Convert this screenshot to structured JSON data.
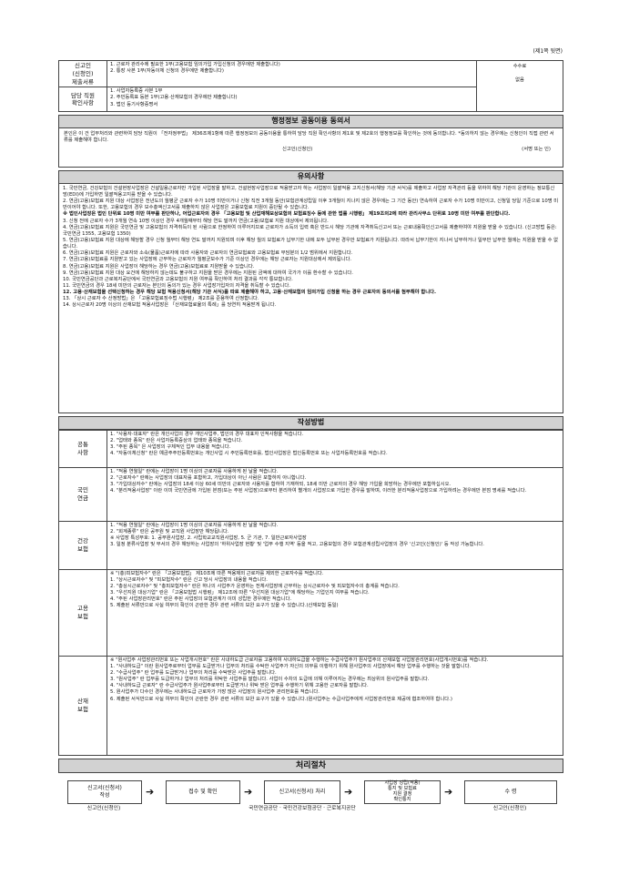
{
  "page_number": "(제1쪽 뒷면)",
  "attach": {
    "applicant_label": "신고인\n(신청인)\n제출서류",
    "applicant_items": [
      "1. 근로자 관리수에 필요한 1부(고용보험 임의가입 가입신청의 경우에만 제출합니다)",
      "2. 통장 사본 1부(자동이체 신청의 경우에만 제출합니다)"
    ],
    "officer_label": "담당 직원\n확인사항",
    "officer_items": [
      "1. 사업자등록증 사본 1부",
      "2. 주민등록표 등본 1부(고용·산재보험의 경우에만 제출합니다)",
      "3. 법인 등기사항증명서"
    ],
    "fee_label": "수수료",
    "fee_value": "없음"
  },
  "consent": {
    "title": "행정정보 공동이용 동의서",
    "text": "본인은 이 건 업무처리와 관련하여 담당 직원이 「전자정부법」 제36조제1항에 따른 행정정보의 공동이용을 통하여 담당 직원 확인사항의 제1호 및 제2호의 행정정보를 확인하는 것에 동의합니다. *동의하지 않는 경우에는 신청인이 직접 관련 서류를 제출해야 합니다.",
    "sign_label": "신고인(신청인)",
    "sign_note": "(서명 또는 인)"
  },
  "notes": {
    "title": "유의사항",
    "items": [
      "1. 국민연금, 건강보험의 건설현장사업장은 건설일용근로자만 가입된 사업장을 말하고, 건설현장사업장으로 적용받고자 하는 사업장이 일괄적용 고지신청서(해당 기관 서식)를 제출하고 사업장 자격관리 등을 위하여 해당 기관이 운영하는 정보통신망(EDI)에 가입하면 일괄적용고지를 받을 수 있습니다.",
      "2. 연금(고용)보험료 지원 대상 사업장은 전년도의 월평균 근로자 수가 10명 미만이거나 신청 직전 3개월 동안(보험관계성립일 이후 3개월이 지나지 않은 경우에는 그 기간 동안) 연속하여 근로자 수가 10명 미만이고, 신청일 당일 기준으로 10명 미만이어야 합니다. 또한, 고용보험의 경우 보수총액신고서를 제출하지 않은 사업장은 고용보험료 지원이 중단될 수 있습니다.",
      "※ 법인사업장은 법인 단위로 10명 미만 여부를 판단하나, 어업근로자의 경우 「고용보험 및 산업재해보상보험의 보험료징수 등에 관한 법률 시행령」 제19조의2에 따라 관리사무소 단위로 10명 미만 여부를 판단합니다.",
      "3. 신청 전에 근로자 수가 3개월 연속 10명 이상인 경우 4개월째부터 해당 연도 말까지 연금(고용)보험료 지원 대상에서 제외됩니다.",
      "4. 연금(고용)보험료 지원은 국민연금 및 고용보험의 자격취득이 된 사람으로 한정하여 이루어지므로 근로자가 소득의 입력 혹은 반드시 해당 기관에 자격취득신고서 또는 근로내용확인신고서를 제출하여야 지원을 받을 수 있습니다. (신고방법 등은: 국민연금 1355, 고용보험 1350)",
      "5. 연금(고용)보험료 지원 대상에 해당할 경우 신청 월부터 해당 연도 말까지 지원되며 이후 해당 월의 보험료가 납부기한 내에 모두 납부된 경우만 보험료가 지원됩니다. 따라서 납부기한이 지나서 납부하거나 일부만 납부한 월에는 지원을 받을 수 없습니다.",
      "6. 연금(고용)보험료 지원은 근로자와 소속(물품)근로자에 따라 사용자와 근로자의 연금보험료와 고용보험료 부담분의 1/2 범위에서 지원합니다.",
      "7. 연금(고용)보험료를 지원받고 있는 사업장에 근무하는 근로자가 월평균보수가 기준 이상인 경우에는 해당 근로자는 지원대상에서 제외됩니다.",
      "8. 연금(고용)보험료 지원은 사업장이 해당하는 경우 연금(고용)보험료로 지원받을 수 있습니다.",
      "9. 연금(고용)보험료 지원 대상 요건에 해당하지 않는데도 불구하고 지원을 받은 경우에는 지원된 금액에 대하여 국가가 이를 환수할 수 있습니다.",
      "10. 국민연금공단과 근로복지공단에서 국민연금과 고용보험의 지원 여부를 확인하여 처리 결과를 각각 통보합니다.",
      "11. 국민연금의 경우 18세 미만의 근로자는 본인의 동의가 있는 경우 사업장가입자의 자격을 취득할 수 있습니다.",
      "12. 고용·산재보험을 선택신청하는 경우 해당 보험 적용신청서(해당 기관 서식)를 따로 제출해야 하고, 고용·산재보험의 임의가입 신청을 하는 경우 근로자의 동의서를 첨부해야 합니다.",
      "13. 「상시 근로자 수 산정방법」은 「고용보험료징수법 시행령」 제2조를 준용하여 산정합니다.",
      "14. 상시근로자 20명 이상의 산재보험 적용사업장은 「산재보험료율의 특례」를 당연히 적용받게 됩니다."
    ]
  },
  "howto": {
    "title": "작성방법",
    "sections": [
      {
        "label": "공통\n사항",
        "items": [
          "1. \"사용자·대표자\" 란은 개인사업의 경우 개인사업주, 법인의 경우 대표자 인적사항을 적습니다.",
          "2. \"업태와 종목\" 란은 사업자등록증상의 업태와 종목을 적습니다.",
          "3. \"주된 종목\" 은 사업장의 구체적인 업무 내용을 적습니다.",
          "4. \"자동이체신청\" 란은 예금주주민등록번호는 개인사업 시 주민등록번호를, 법인사업장은 법인등록번호 또는 사업자등록번호를 적습니다."
        ]
      },
      {
        "label": "국민\n연금",
        "items": [
          "1. \"적용 연월일\" 란에는 사업장이 1명 이상의 근로자를 사용하게 된 날을 적습니다.",
          "2. \"근로자수\" 란에는 사업장의 대표자를 포함하고, 가입대상이 아닌 사람은 포함하지 아니합니다.",
          "3. \"가입대상자수\" 란에는 사업장의 18세 이상 60세 미만의 근로자와 사용자를 합하여 기재하되, 18세 미만 근로자의 경우 해당 가입을 희망하는 경우에만 포함하십시오.",
          "4. \"분리적용사업장\" 이란 이미 국민연금에 가입된 본점(또는 주된 사업장)으로부터 분리하여 별개의 사업장으로 가입한 경우를 말하며, 이러한 분리적용사업장으로 가입하려는 경우에만 본점 명세를 적습니다."
        ]
      },
      {
        "label": "건강\n보험",
        "items": [
          "1. \"적용 연월일\" 란에는 사업장이 1명 이상의 근로자를 사용하게 된 날을 적습니다.",
          "2. \"회계종류\" 란은 공무원 및 교직원 사업장만 해당됩니다.",
          "※ 사업장 특성부호: 1. 공무원사업장, 2. 사립학교교직원사업장, 5. 군 기관, 7. 일반근로자사업장",
          "3. 일정 분류사업장 및 부서의 경우 해당하는 사업장의 '하위사업장 현황' 및 '업무 수행 지역' 등을 적고, 고용보험의 경우 보험관계성립사업장의 경우 '신고인(신청인)' 등 작성 가능합니다."
        ]
      },
      {
        "label": "고용\n보험",
        "items": [
          "※ \"(총)피보험자수\" 란은 「고용보험법」 제10조에 따른 적용제외 근로자를 제외한 근로자수를 적습니다.",
          "1. \"상시근로자수\" 및 \"피보험자수\" 란은 신고 당시 사업장의 내용을 적습니다.",
          "2. \"총상시근로자수\" 및 \"총피보험자수\" 란은 하나의 사업주가 운영하는 전체사업장에 근무하는 상시근로자수 및 피보험자수의 총계를 적습니다.",
          "3. \"우선지원 대상기업\" 란은 「고용보험법 시행령」 제12조에 따른 \"우선지원 대상기업\"에 해당하는 기업인지 여부를 적습니다.",
          "4. \"주된 사업장관리번호\" 란은 주된 사업장의 보험관계가 이미 성립한 경우에만 적습니다.",
          "5. 제출된 서류만으로 사실 여부의 확인이 곤란한 경우 관련 서류의 보완 요구가 있을 수 있습니다.(산재보험 동일)"
        ]
      },
      {
        "label": "산재\n보험",
        "items": [
          "※ \"원사업주 사업장관리번호 또는 사업개시번호\" 란은 사내하도급 근로자를 고용하여 사내하도급을 수행하는 수급사업주가 원사업주의 산재보험 사업장관리번호(사업개시번호)를 적습니다.",
          "1. \"사내하도급\" 이란 원사업주로부터 업무를 도급받거나 업무의 처리를 수탁한 사업주가 자신의 의무를 이행하기 위해 원사업주의 사업장에서 해당 업무를 수행하는 것을 말합니다.",
          "2. \"수급사업주\" 란 업무를 도급받거나 업무의 처리를 수탁받은 사업주를 말합니다.",
          "3. \"원사업주\" 란 업무를 도급하거나 업무의 처리를 위탁한 사업주를 말합니다. 사업이 수차의 도급에 의해 이루어지는 경우에는 최상위의 원사업주를 말합니다.",
          "4. \"사내하도급 근로자\" 란 수급사업주가 원사업주로부터 도급받거나 위탁 받은 업무를 수행하기 위해 고용한 근로자를 말합니다.",
          "5. 원사업주가 다수인 경우에는 사내하도급 근로자가 가장 많은 사업장의 원사업주 관리번호를 적습니다.",
          "6. 제출된 서식만으로 사실 여부의 확인이 곤란한 경우 관련 서류의 보완 요구가 있을 수 있습니다.(원사업주는 수급사업주에게 사업장관리번호 제공에 협조하여야 합니다.)"
        ]
      }
    ]
  },
  "process": {
    "title": "처리절차",
    "steps": [
      "신고서(신청서)\n작성",
      "접수 및 확인",
      "신고서(신청서) 처리",
      "사업장 성립(적용)\n통지 및 보험료\n지원 결정\n확인통지",
      "수 령"
    ],
    "labels": [
      "신고인(신청인)",
      "국민연금공단 · 국민건강보험공단 · 근로복지공단",
      "신고인(신청인)"
    ]
  }
}
